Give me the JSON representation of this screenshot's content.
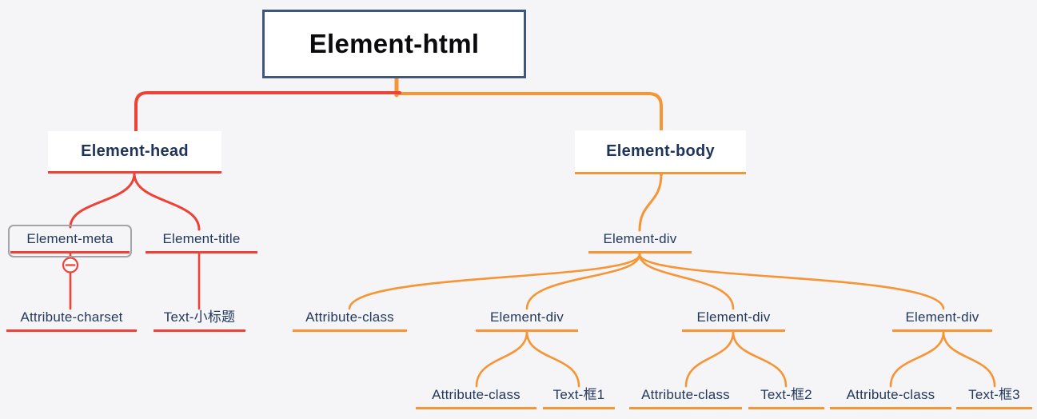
{
  "diagram": {
    "type": "mindmap-tree",
    "background": "#f5f5f8",
    "colors": {
      "red_branch": "#ee4237",
      "orange_branch": "#f79433",
      "node_text": "#24395e",
      "root_border": "#3f567e",
      "root_text": "#0b0b0e",
      "selection_frame": "#a3a3a8",
      "node_fill": "#ffffff"
    },
    "icons": {
      "collapse_toggle": "minus-circle-icon"
    },
    "nodes": {
      "root": {
        "label": "Element-html"
      },
      "head": {
        "label": "Element-head"
      },
      "body": {
        "label": "Element-body"
      },
      "meta": {
        "label": "Element-meta",
        "selected": true,
        "collapse_glyph": "−"
      },
      "title": {
        "label": "Element-title"
      },
      "charset": {
        "label": "Attribute-charset"
      },
      "subtitle": {
        "label": "Text-小标题"
      },
      "div_main": {
        "label": "Element-div"
      },
      "attr_class_main": {
        "label": "Attribute-class"
      },
      "div_a": {
        "label": "Element-div"
      },
      "attr_class_a": {
        "label": "Attribute-class"
      },
      "text_a": {
        "label": "Text-框1"
      },
      "div_b": {
        "label": "Element-div"
      },
      "attr_class_b": {
        "label": "Attribute-class"
      },
      "text_b": {
        "label": "Text-框2"
      },
      "div_c": {
        "label": "Element-div"
      },
      "attr_class_c": {
        "label": "Attribute-class"
      },
      "text_c": {
        "label": "Text-框3"
      }
    },
    "edges": [
      {
        "from": "root",
        "to": "head",
        "branch": "red"
      },
      {
        "from": "root",
        "to": "body",
        "branch": "orange"
      },
      {
        "from": "head",
        "to": "meta",
        "branch": "red"
      },
      {
        "from": "head",
        "to": "title",
        "branch": "red"
      },
      {
        "from": "meta",
        "to": "charset",
        "branch": "red"
      },
      {
        "from": "title",
        "to": "subtitle",
        "branch": "red"
      },
      {
        "from": "body",
        "to": "div_main",
        "branch": "orange"
      },
      {
        "from": "div_main",
        "to": "attr_class_main",
        "branch": "orange"
      },
      {
        "from": "div_main",
        "to": "div_a",
        "branch": "orange"
      },
      {
        "from": "div_main",
        "to": "div_b",
        "branch": "orange"
      },
      {
        "from": "div_main",
        "to": "div_c",
        "branch": "orange"
      },
      {
        "from": "div_a",
        "to": "attr_class_a",
        "branch": "orange"
      },
      {
        "from": "div_a",
        "to": "text_a",
        "branch": "orange"
      },
      {
        "from": "div_b",
        "to": "attr_class_b",
        "branch": "orange"
      },
      {
        "from": "div_b",
        "to": "text_b",
        "branch": "orange"
      },
      {
        "from": "div_c",
        "to": "attr_class_c",
        "branch": "orange"
      },
      {
        "from": "div_c",
        "to": "text_c",
        "branch": "orange"
      }
    ]
  }
}
